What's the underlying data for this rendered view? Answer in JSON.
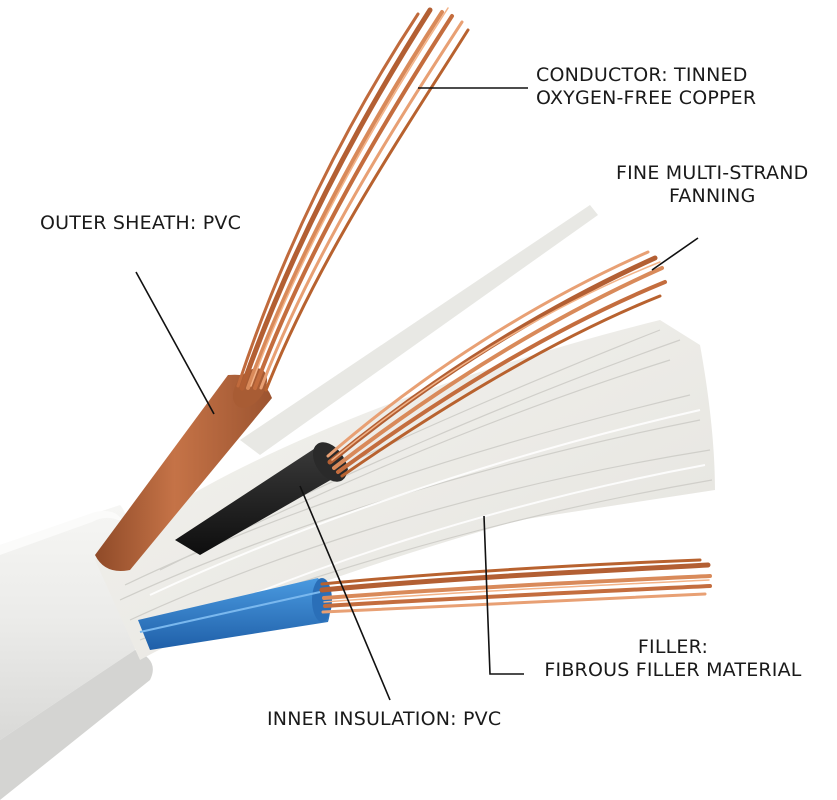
{
  "labels": {
    "conductor": {
      "line1": "CONDUCTOR: TINNED",
      "line2": "OXYGEN-FREE COPPER"
    },
    "fanning": {
      "line1": "FINE MULTI-STRAND",
      "line2": "FANNING"
    },
    "outer_sheath": "OUTER SHEATH: PVC",
    "filler": {
      "line1": "FILLER:",
      "line2": "FIBROUS FILLER MATERIAL"
    },
    "inner_insulation": "INNER INSULATION: PVC"
  },
  "colors": {
    "copper": "#c9703f",
    "copper_light": "#f0a878",
    "brown_insulation": "#b8643a",
    "black_insulation": "#1e1e1e",
    "blue_insulation": "#2f7fcf",
    "sheath": "#ececea",
    "leader_line": "#111111"
  }
}
